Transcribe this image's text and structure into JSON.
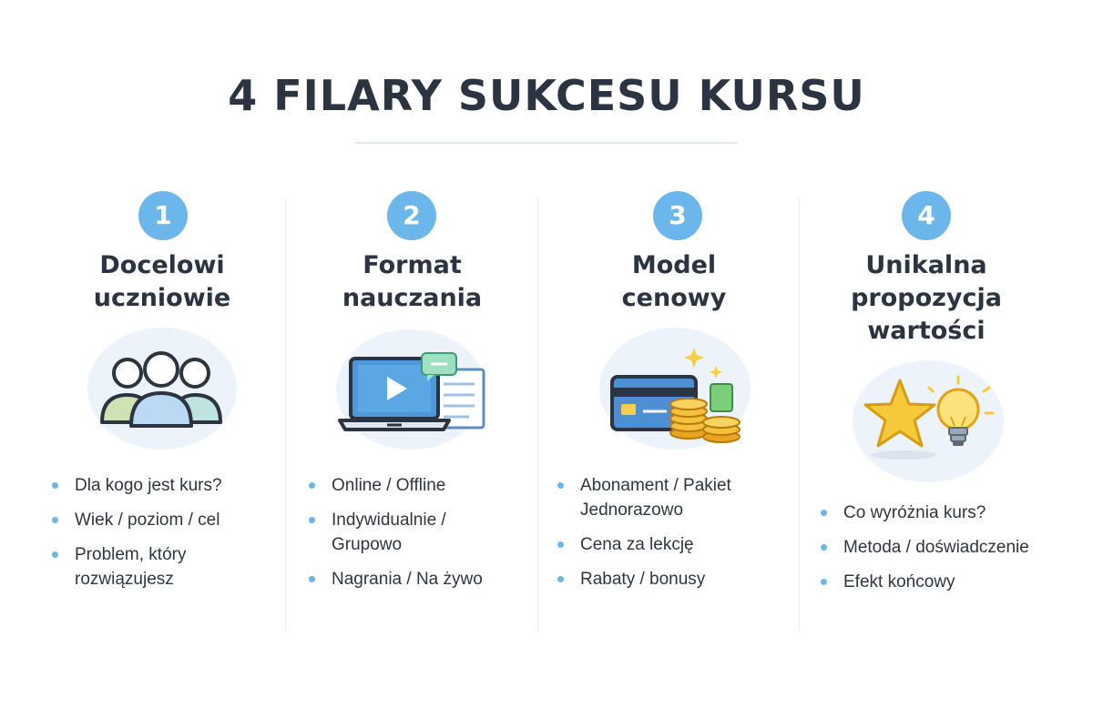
{
  "title": "4 FILARY SUKCESU KURSU",
  "columns": [
    {
      "number": "1",
      "heading": [
        "Docelowi",
        "uczniowie"
      ],
      "illustration": "people-group-icon",
      "points": [
        "Dla kogo jest kurs?",
        "Wiek / poziom / cel",
        "Problem, który rozwiązujesz"
      ]
    },
    {
      "number": "2",
      "heading": [
        "Format",
        "nauczania"
      ],
      "illustration": "laptop-video-icon",
      "points": [
        "Online / Offline",
        "Indywidualnie / Grupowo",
        "Nagrania / Na żywo"
      ]
    },
    {
      "number": "3",
      "heading": [
        "Model",
        "cenowy"
      ],
      "illustration": "card-coins-icon",
      "points": [
        "Abonament / Pakiet Jednorazowo",
        "Cena za lekcję",
        "Rabaty / bonusy"
      ]
    },
    {
      "number": "4",
      "heading": [
        "Unikalna",
        "propozycja",
        "wartości"
      ],
      "illustration": "star-bulb-icon",
      "points": [
        "Co wyróżnia kurs?",
        "Metoda / doświadczenie",
        "Efekt końcowy"
      ]
    }
  ],
  "colors": {
    "accent": "#6bb6ea",
    "text": "#2b3440",
    "illustration_bg": "#edf3fa"
  }
}
